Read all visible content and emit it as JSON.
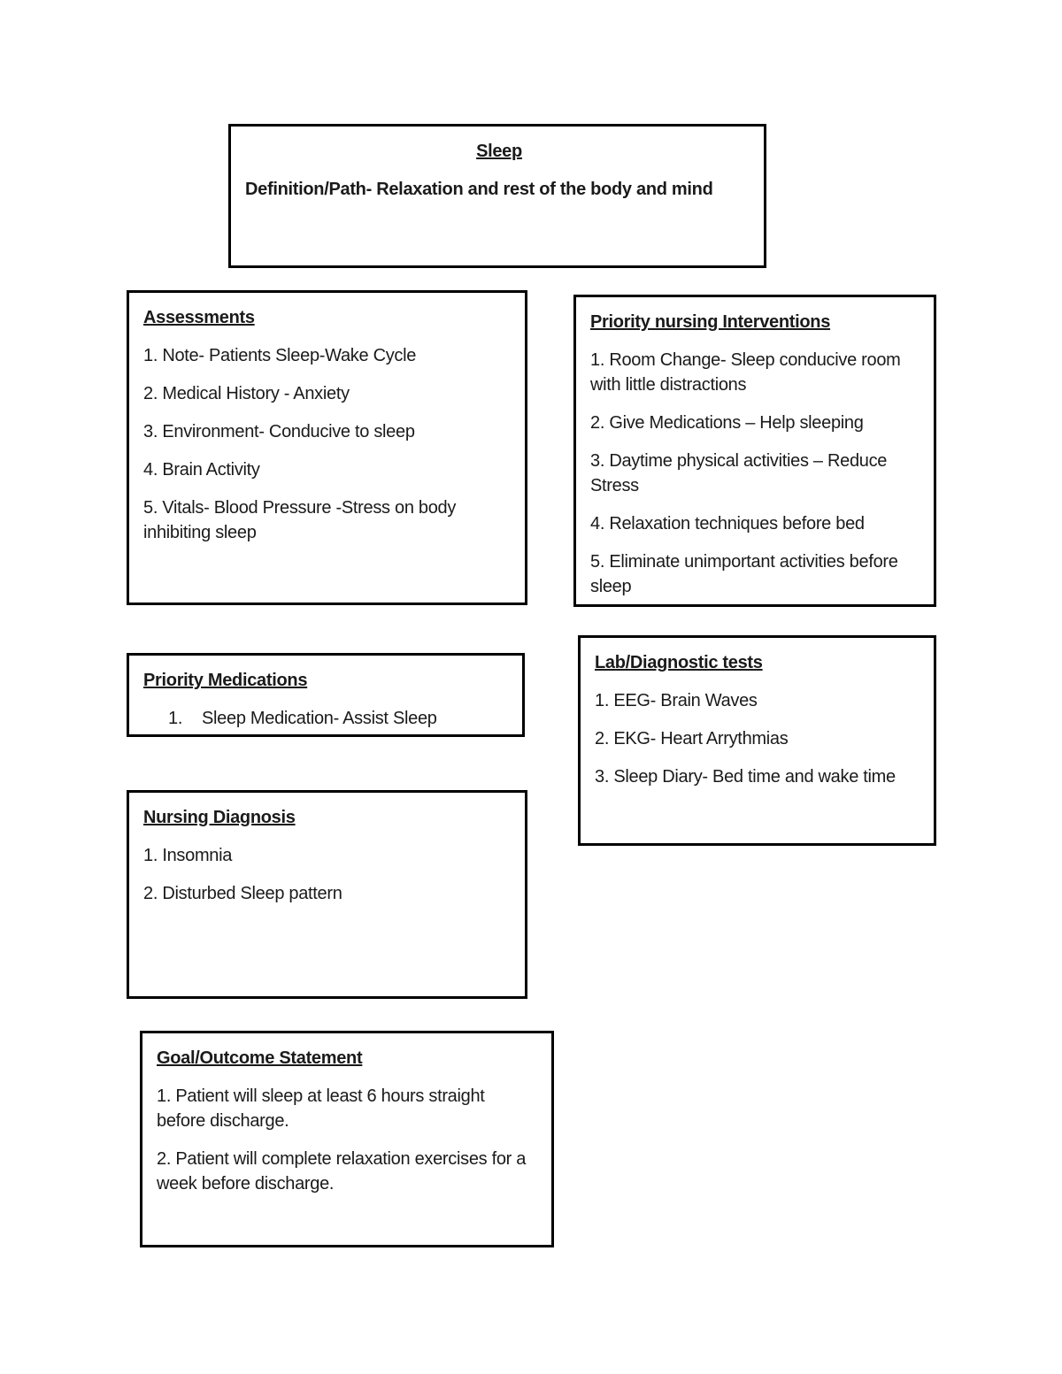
{
  "colors": {
    "page_background": "#ffffff",
    "box_border": "#000000",
    "text": "#1a1a1a"
  },
  "title_box": {
    "title": "Sleep",
    "definition": "Definition/Path- Relaxation and rest of the body and mind"
  },
  "assessments": {
    "heading": "Assessments",
    "items": [
      [
        "1. Note- Patients Sleep-Wake Cycle"
      ],
      [
        "2. Medical History - Anxiety"
      ],
      [
        "3. Environment- Conducive to sleep"
      ],
      [
        "4. Brain Activity"
      ],
      [
        "5. Vitals- Blood Pressure -Stress on body",
        "inhibiting sleep"
      ]
    ]
  },
  "interventions": {
    "heading": "Priority nursing Interventions",
    "items": [
      [
        "1. Room Change- Sleep conducive room",
        "with little distractions"
      ],
      [
        "2. Give Medications – Help sleeping"
      ],
      [
        "3. Daytime physical activities – Reduce",
        "Stress"
      ],
      [
        "4. Relaxation techniques before bed"
      ],
      [
        "5. Eliminate unimportant activities before",
        "sleep"
      ]
    ]
  },
  "medications": {
    "heading": "Priority Medications",
    "items": [
      {
        "number": "1.",
        "text": "Sleep Medication- Assist Sleep"
      }
    ]
  },
  "labs": {
    "heading": "Lab/Diagnostic tests",
    "items": [
      [
        "1. EEG- Brain Waves"
      ],
      [
        "2. EKG- Heart Arrythmias"
      ],
      [
        "3. Sleep Diary- Bed time and wake time"
      ]
    ]
  },
  "diagnosis": {
    "heading": "Nursing Diagnosis",
    "items": [
      [
        "1. Insomnia"
      ],
      [
        "2. Disturbed Sleep pattern"
      ]
    ]
  },
  "goals": {
    "heading": "Goal/Outcome Statement",
    "items": [
      [
        "1. Patient will sleep at least 6 hours straight",
        "before discharge."
      ],
      [
        "2. Patient will complete relaxation exercises for a",
        "week before discharge."
      ]
    ]
  }
}
